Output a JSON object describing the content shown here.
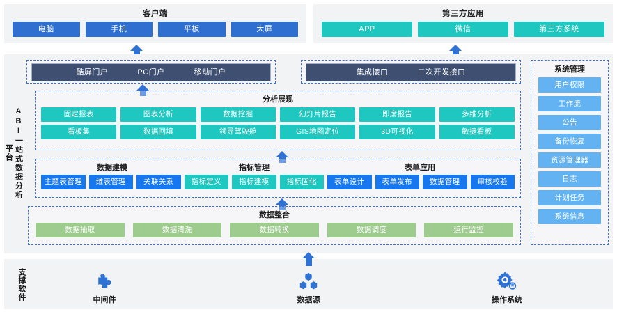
{
  "top": {
    "client": {
      "title": "客户端",
      "items": [
        "电脑",
        "手机",
        "平板",
        "大屏"
      ],
      "color": "#2f6fd0"
    },
    "third_party": {
      "title": "第三方应用",
      "items": [
        "APP",
        "微信",
        "第三方系统"
      ],
      "color": "#1ec8c0"
    }
  },
  "platform": {
    "side_label_main": "ABI一站式数据分析",
    "side_label_sub": "平台",
    "portal": {
      "items": [
        "酷屏门户",
        "PC门户",
        "移动门户"
      ]
    },
    "api": {
      "items": [
        "集成接口",
        "二次开发接口"
      ]
    },
    "analysis": {
      "title": "分析展现",
      "row1": [
        "固定报表",
        "图表分析",
        "数据挖掘",
        "幻灯片报告",
        "即席报告",
        "多维分析"
      ],
      "row2": [
        "看板集",
        "数据回填",
        "领导驾驶舱",
        "GIS地图定位",
        "3D可视化",
        "敏捷看板"
      ],
      "color": "#1ec8c0"
    },
    "middle": {
      "groups": [
        {
          "title": "数据建模",
          "items": [
            "主题表管理",
            "维表管理",
            "关联关系"
          ],
          "color": "#1677ef"
        },
        {
          "title": "指标管理",
          "items": [
            "指标定义",
            "指标建模",
            "指标固化"
          ],
          "color": "#1ec8c0"
        },
        {
          "title": "表单应用",
          "items": [
            "表单设计",
            "表单发布",
            "数据管理",
            "审核校验"
          ],
          "color": "#1677ef"
        }
      ]
    },
    "integration": {
      "title": "数据整合",
      "items": [
        "数据抽取",
        "数据清洗",
        "数据转换",
        "数据调度",
        "运行监控"
      ],
      "color": "#9ecb8e"
    },
    "system_management": {
      "title": "系统管理",
      "items": [
        "用户权限",
        "工作流",
        "公告",
        "备份恢复",
        "资源管理器",
        "日志",
        "计划任务",
        "系统信息"
      ],
      "color": "#63b3f2"
    }
  },
  "bottom": {
    "label": "支撑软件",
    "items": [
      {
        "caption": "中间件",
        "icon": "puzzle-piece-icon"
      },
      {
        "caption": "数据源",
        "icon": "nodes-icon"
      },
      {
        "caption": "操作系统",
        "icon": "gears-icon"
      }
    ]
  },
  "accent": {
    "arrow": "#2f72d4",
    "dashed_border": "#3a6fd8",
    "navy_bar": "#3e4f71",
    "band_bg": "#f2f3f5"
  }
}
